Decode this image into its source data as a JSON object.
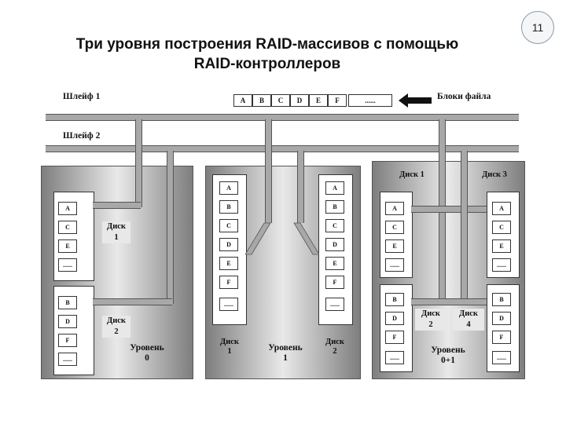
{
  "page_number": "11",
  "title_line1": "Три уровня построения RAID-массивов с помощью",
  "title_line2": "RAID-контроллеров",
  "bus1_label": "Шлейф 1",
  "bus2_label": "Шлейф 2",
  "file_blocks_label": "Блоки файла",
  "file_blocks": [
    "A",
    "B",
    "C",
    "D",
    "E",
    "F",
    "......"
  ],
  "level0": {
    "disk1_name": "Диск",
    "disk1_num": "1",
    "disk2_name": "Диск",
    "disk2_num": "2",
    "disk1_blocks": [
      "A",
      "C",
      "E",
      "......"
    ],
    "disk2_blocks": [
      "B",
      "D",
      "F",
      "......"
    ],
    "level_label": "Уровень",
    "level_num": "0"
  },
  "level1": {
    "disk1_name": "Диск",
    "disk1_num": "1",
    "disk2_name": "Диск",
    "disk2_num": "2",
    "disk1_blocks": [
      "A",
      "B",
      "C",
      "D",
      "E",
      "F",
      "......"
    ],
    "disk2_blocks": [
      "A",
      "B",
      "C",
      "D",
      "E",
      "F",
      "......"
    ],
    "level_label": "Уровень",
    "level_num": "1"
  },
  "level01": {
    "disk1_label": "Диск 1",
    "disk3_label": "Диск 3",
    "disk2_name": "Диск",
    "disk2_num": "2",
    "disk4_name": "Диск",
    "disk4_num": "4",
    "disk1_blocks": [
      "A",
      "C",
      "E",
      "......"
    ],
    "disk3_blocks": [
      "A",
      "C",
      "E",
      "......"
    ],
    "disk2_blocks": [
      "B",
      "D",
      "F",
      "......"
    ],
    "disk4_blocks": [
      "B",
      "D",
      "F",
      "......"
    ],
    "level_label": "Уровень",
    "level_num": "0+1"
  }
}
